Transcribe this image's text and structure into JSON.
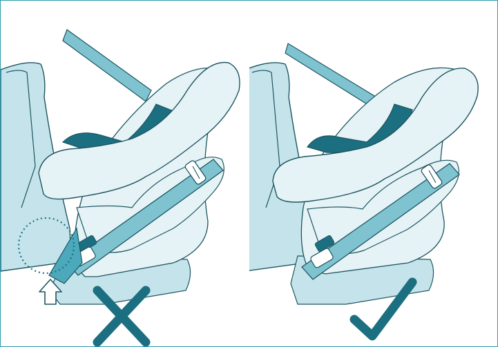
{
  "colors": {
    "frame": "#2a9aad",
    "outline": "#1c5560",
    "fill_light": "#e6f3f6",
    "fill_mid": "#c5e3ea",
    "fill_dark": "#4ba9bb",
    "belt": "#7fc3d1",
    "mark_dark": "#1b6f80",
    "skin": "#f4f4f4"
  },
  "panels": [
    {
      "id": "incorrect",
      "verdict": "incorrect",
      "symbol": "cross-icon",
      "highlight": "gap-circle"
    },
    {
      "id": "correct",
      "verdict": "correct",
      "symbol": "checkmark-icon"
    }
  ],
  "icons": [
    "cross-icon",
    "checkmark-icon",
    "up-arrow-icon"
  ]
}
